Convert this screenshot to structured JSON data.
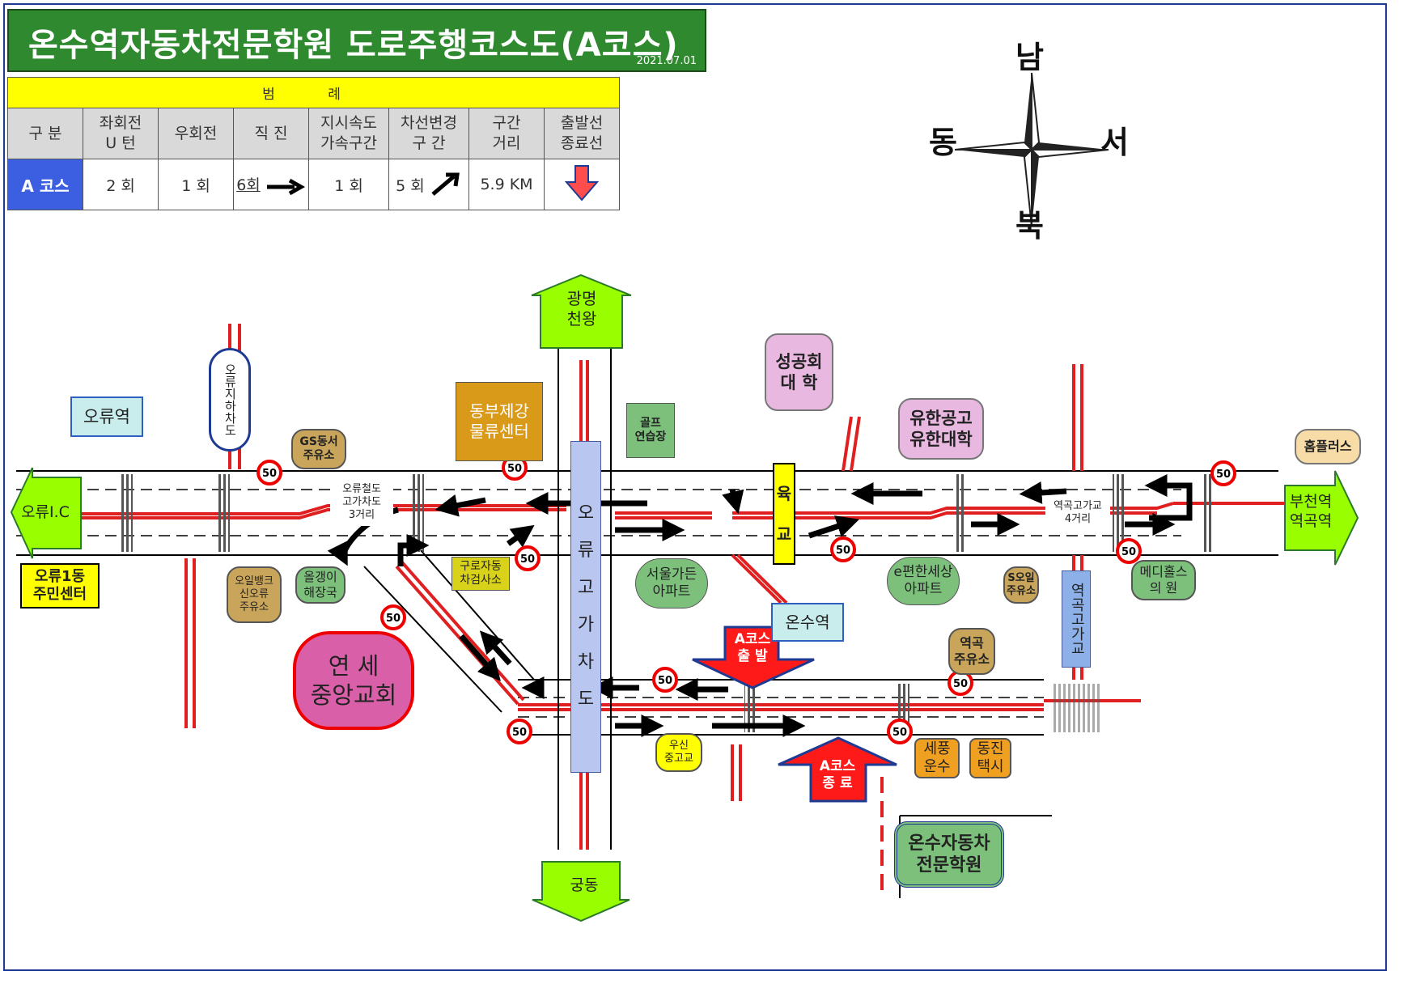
{
  "title": "온수역자동차전문학원 도로주행코스도(A코스)",
  "date": "2021.07.01",
  "legend": {
    "heading": "범 례",
    "headers": [
      "구 분",
      "좌회전\nU 턴",
      "우회전",
      "직 진",
      "지시속도\n가속구간",
      "차선변경\n구 간",
      "구간\n거리",
      "출발선\n종료선"
    ],
    "row": {
      "course": "A 코스",
      "left_uturn": "2 회",
      "right_turn": "1 회",
      "straight": "6회",
      "speed_zone": "1 회",
      "lane_change": "5 회",
      "distance": "5.9 KM"
    }
  },
  "compass": {
    "north_top": "남",
    "east_left": "동",
    "west_right": "서",
    "south_bottom": "북"
  },
  "places": {
    "oryu_station": "오류역",
    "oryu_underpass": "오류지하차도",
    "oryu_ic": "오류I.C",
    "oryu1_center": "오류1동\n주민센터",
    "gs_gas": "GS동서\n주유소",
    "oryu_overpass_3way": "오류철도\n고가차도\n3거리",
    "oil_bank": "오일뱅크\n신오류\n주유소",
    "haejangguk": "올갱이\n해장국",
    "yonsei_church": "연 세\n중앙교회",
    "dongbu_steel": "동부제강\n물류센터",
    "guro_car": "구로자동\n차검사소",
    "gwangmyeong": "광명\n천왕",
    "golf": "골프\n연습장",
    "oryu_overpass_road": "오\n류\n고\n가\n차\n도",
    "gungdong": "궁동",
    "seoul_garden": "서울가든\n아파트",
    "sungkonghoe": "성공회\n대 학",
    "yuhan": "유한공고\n유한대학",
    "yukgyo": "육\n교",
    "onsu_station": "온수역",
    "pyeonhan": "e편한세상\n아파트",
    "s_oil": "S오일\n주유소",
    "yeokgok_4way": "역곡고가교\n4거리",
    "yeokgok_overpass": "역곡고가교",
    "yeokgok_gas": "역곡\n주유소",
    "medi": "메디홀스\n의 원",
    "homeplus": "홈플러스",
    "bucheon": "부천역\n역곡역",
    "woosin": "우신\n중고교",
    "sepoong": "세풍\n운수",
    "dongjin": "동진\n택시",
    "school": "온수자동차\n전문학원",
    "start": "A코스\n출 발",
    "end": "A코스\n종 료"
  },
  "speed_limit": "50",
  "colors": {
    "title_bg": "#2f8a2f",
    "legend_head": "#ffff00",
    "course_blue": "#3b5fe0",
    "road_center": "#e02020",
    "arrow_green": "#99ff00",
    "start_red": "#ff0000"
  }
}
